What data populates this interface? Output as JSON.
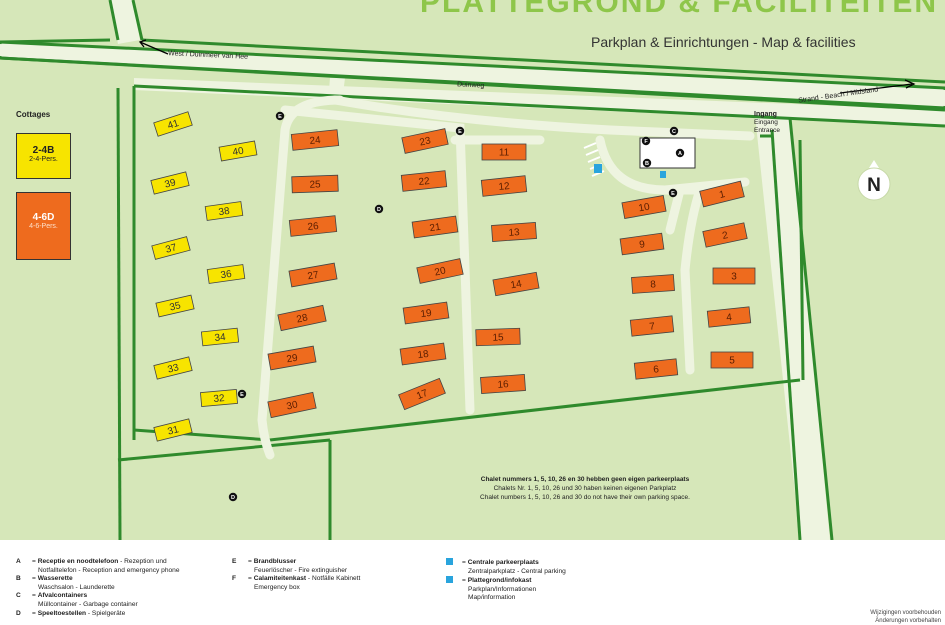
{
  "title": "PLATTEGROND & FACILITEITEN",
  "subtitle": "Parkplan & Einrichtungen  - Map & facilities",
  "roads": {
    "west": "West / Duinmeer van Hee",
    "duinweg": "Duinweg",
    "strand": "Strand - Beach / Midsland"
  },
  "entrance": {
    "nl": "Ingang",
    "de": "Eingang",
    "en": "Entrance"
  },
  "compass": "N",
  "cottage_legend": {
    "heading": "Cottages",
    "types": [
      {
        "code": "2-4B",
        "persons": "2-4-Pers.",
        "color": "#f7e400"
      },
      {
        "code": "4-6D",
        "persons": "4-6-Pers.",
        "color": "#ee6b1e"
      }
    ]
  },
  "colors": {
    "grass": "#d6e7b9",
    "road": "#eef4e0",
    "hedge": "#3c8c2e",
    "yellow": "#f7e400",
    "orange": "#ee6b1e"
  },
  "cottages": [
    {
      "n": "41",
      "type": "2-4B"
    },
    {
      "n": "40",
      "type": "2-4B"
    },
    {
      "n": "39",
      "type": "2-4B"
    },
    {
      "n": "38",
      "type": "2-4B"
    },
    {
      "n": "37",
      "type": "2-4B"
    },
    {
      "n": "36",
      "type": "2-4B"
    },
    {
      "n": "35",
      "type": "2-4B"
    },
    {
      "n": "34",
      "type": "2-4B"
    },
    {
      "n": "33",
      "type": "2-4B"
    },
    {
      "n": "32",
      "type": "2-4B"
    },
    {
      "n": "31",
      "type": "2-4B"
    },
    {
      "n": "24",
      "type": "4-6D"
    },
    {
      "n": "25",
      "type": "4-6D"
    },
    {
      "n": "26",
      "type": "4-6D"
    },
    {
      "n": "27",
      "type": "4-6D"
    },
    {
      "n": "28",
      "type": "4-6D"
    },
    {
      "n": "29",
      "type": "4-6D"
    },
    {
      "n": "30",
      "type": "4-6D"
    },
    {
      "n": "23",
      "type": "4-6D"
    },
    {
      "n": "22",
      "type": "4-6D"
    },
    {
      "n": "21",
      "type": "4-6D"
    },
    {
      "n": "20",
      "type": "4-6D"
    },
    {
      "n": "19",
      "type": "4-6D"
    },
    {
      "n": "18",
      "type": "4-6D"
    },
    {
      "n": "17",
      "type": "4-6D"
    },
    {
      "n": "11",
      "type": "4-6D"
    },
    {
      "n": "12",
      "type": "4-6D"
    },
    {
      "n": "13",
      "type": "4-6D"
    },
    {
      "n": "14",
      "type": "4-6D"
    },
    {
      "n": "15",
      "type": "4-6D"
    },
    {
      "n": "16",
      "type": "4-6D"
    },
    {
      "n": "10",
      "type": "4-6D"
    },
    {
      "n": "9",
      "type": "4-6D"
    },
    {
      "n": "8",
      "type": "4-6D"
    },
    {
      "n": "7",
      "type": "4-6D"
    },
    {
      "n": "6",
      "type": "4-6D"
    },
    {
      "n": "1",
      "type": "4-6D"
    },
    {
      "n": "2",
      "type": "4-6D"
    },
    {
      "n": "3",
      "type": "4-6D"
    },
    {
      "n": "4",
      "type": "4-6D"
    },
    {
      "n": "5",
      "type": "4-6D"
    }
  ],
  "markers": {
    "A": "A",
    "B": "B",
    "C": "C",
    "D": "D",
    "E": "E",
    "F": "F"
  },
  "parking_note": {
    "nl": "Chalet nummers 1, 5, 10, 26 en 30 hebben geen eigen parkeerplaats",
    "de": "Chalets Nr. 1, 5, 10, 26 und 30 haben keinen eigenen Parkplatz",
    "en": "Chalet numbers 1, 5, 10, 26 and 30 do not have their own parking space."
  },
  "legend": {
    "A": {
      "key": "A",
      "title": "Receptie en noodtelefoon",
      "text": " - Rezeption und",
      "line2": "Notfalltelefon - Reception and emergency phone"
    },
    "B": {
      "key": "B",
      "title": "Wasserette",
      "line2": "Waschsalon - Launderette"
    },
    "C": {
      "key": "C",
      "title": "Afvalcontainers",
      "line2": "Müllcontainer - Garbage container"
    },
    "D": {
      "key": "D",
      "title": "Speeltoestellen",
      "text": " - Spielgeräte"
    },
    "E": {
      "key": "E",
      "title": "Brandblusser",
      "line2": "Feuerlöscher - Fire extinguisher"
    },
    "F": {
      "key": "F",
      "title": "Calamiteitenkast",
      "text": " - Notfälle Kabinett",
      "line2": "Emergency box"
    },
    "P": {
      "title": "Centrale parkeerplaats",
      "line2": "Zentralparkplatz - Central parking"
    },
    "I": {
      "title": "Plattegrond/infokast",
      "line2": "Parkplan/Informationen",
      "line3": "Map/information"
    }
  },
  "disclaimer": {
    "nl": "Wijzigingen voorbehouden",
    "de": "Änderungen vorbehalten"
  }
}
